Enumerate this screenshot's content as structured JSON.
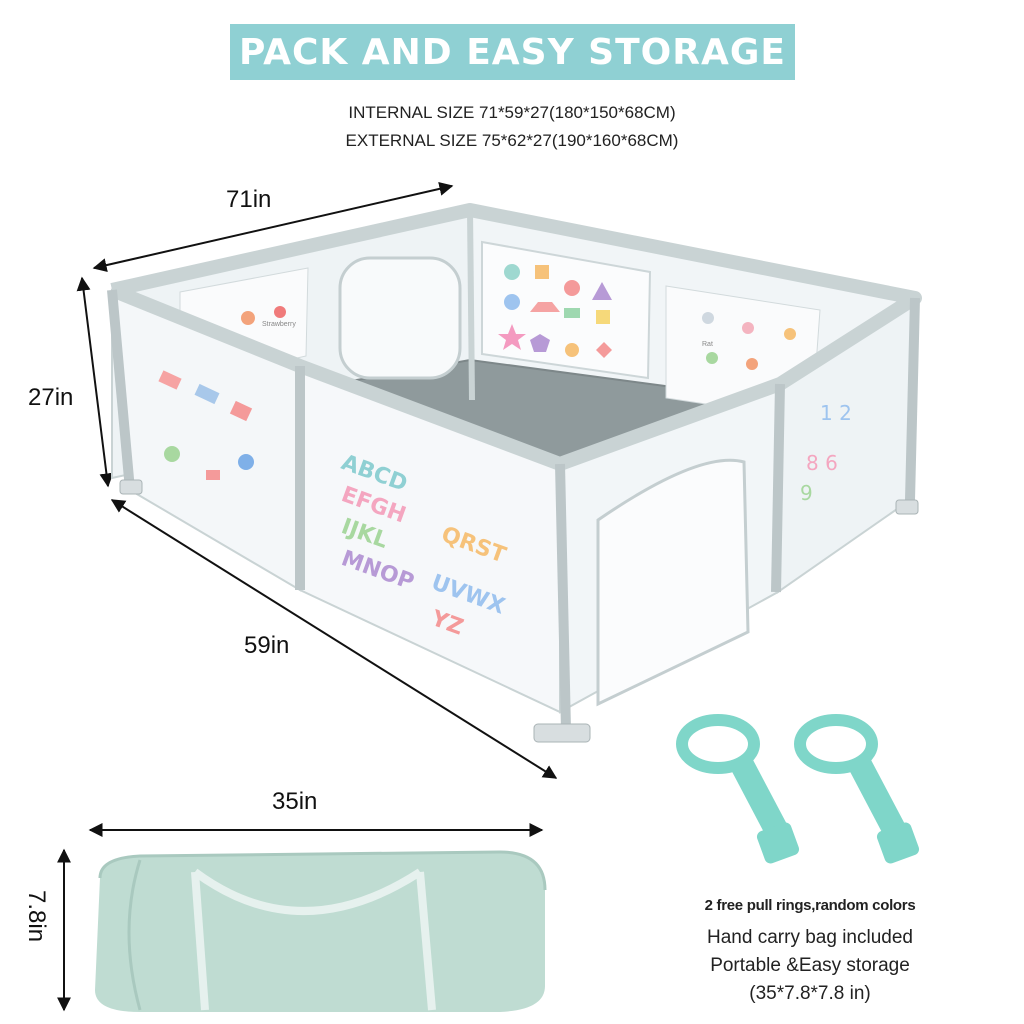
{
  "header": {
    "title": "PACK AND EASY STORAGE",
    "internal_size": "INTERNAL SIZE 71*59*27(180*150*68CM)",
    "external_size": "EXTERNAL SIZE 75*62*27(190*160*68CM)"
  },
  "dimensions": {
    "length": "71in",
    "height": "27in",
    "width": "59in",
    "bag_length": "35in",
    "bag_height": "7.8in"
  },
  "panels": {
    "alphabet_rows": [
      "ABCD",
      "EFGH",
      "IJKL",
      "MNOP",
      "QRST",
      "UVWX",
      "YZ"
    ],
    "shape_labels": [
      "Strawberry",
      "Rectangle",
      "Triangle",
      "Rat"
    ]
  },
  "info": {
    "pull_rings": "2 free pull rings,random colors",
    "bag": "Hand carry bag included",
    "portable": "Portable &Easy storage",
    "bag_size": "(35*7.8*7.8 in)"
  },
  "colors": {
    "banner": "#8fd0d3",
    "frame": "#c9d3d4",
    "mesh": "#eef3f5",
    "floor": "#8f9a9c",
    "bag": "#bfdcd2",
    "ring": "#7fd6c9"
  }
}
